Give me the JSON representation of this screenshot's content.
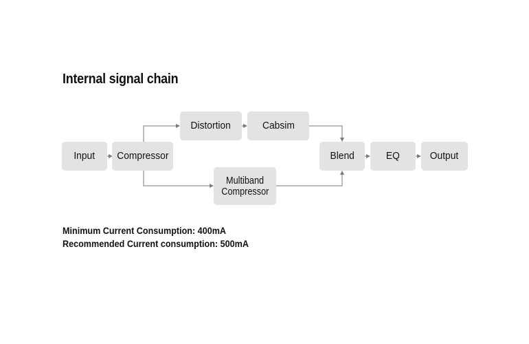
{
  "title": "Internal signal chain",
  "nodes": {
    "input": "Input",
    "compressor": "Compressor",
    "distortion": "Distortion",
    "cabsim": "Cabsim",
    "multiband_line1": "Multiband",
    "multiband_line2": "Compressor",
    "blend": "Blend",
    "eq": "EQ",
    "output": "Output"
  },
  "specs": {
    "min_current": "Minimum Current Consumption: 400mA",
    "recommended_current": "Recommended Current consumption: 500mA"
  },
  "colors": {
    "node_fill": "#e3e3e3",
    "wire": "#7a7a7a"
  }
}
